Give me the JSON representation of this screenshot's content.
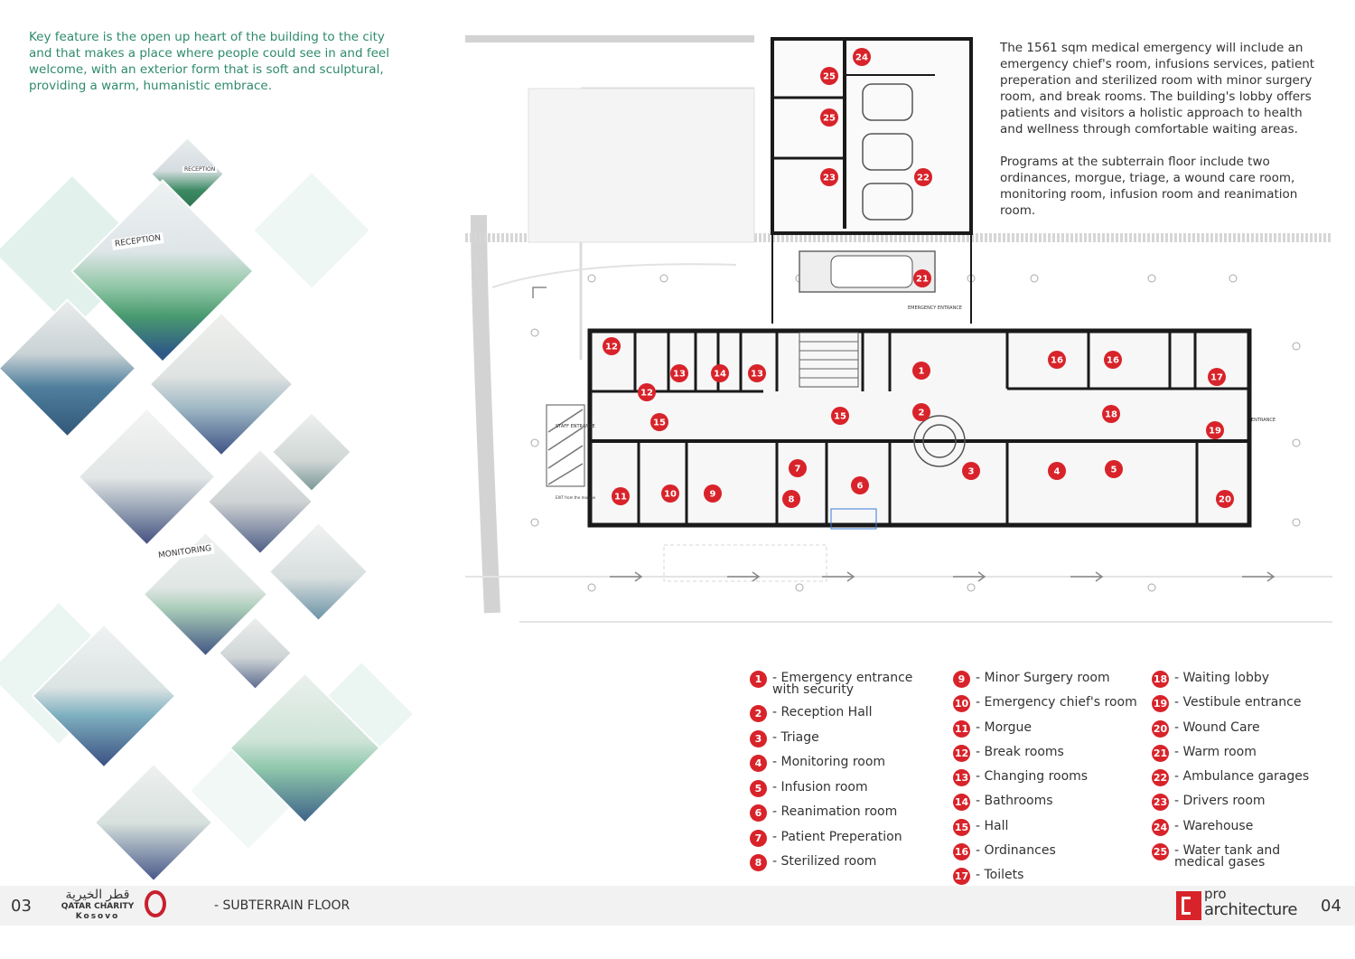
{
  "intro_text": "Key feature is the open up heart of the building to the city and that makes a place where people could see in and feel welcome, with an exterior form that is soft and sculptural, providing a warm, humanistic embrace.",
  "description": {
    "p1": "The 1561  sqm medical emergency will include an emergency chief's room, infusions services, patient preperation and sterilized room with minor surgery room, and break rooms. The building's lobby offers patients and visitors a holistic approach to health and wellness through comfortable waiting areas.",
    "p2": "Programs at the subterrain floor include two ordinances, morgue, triage, a wound care room, monitoring room, infusion room and reanimation room."
  },
  "photo_labels": {
    "reception_small": "RECEPTION",
    "reception": "RECEPTION",
    "monitoring": "MONITORING"
  },
  "plan_labels": {
    "emergency_entrance": "EMERGENCY ENTRANCE",
    "staff_entrance": "STAFF ENTRANCE",
    "entrance": "ENTRANCE",
    "exit_morgue": "EXIT from the morgue"
  },
  "legend": [
    {
      "n": "1",
      "label": "- Emergency entrance\n  with security"
    },
    {
      "n": "2",
      "label": "- Reception Hall"
    },
    {
      "n": "3",
      "label": "- Triage"
    },
    {
      "n": "4",
      "label": "- Monitoring room"
    },
    {
      "n": "5",
      "label": "- Infusion room"
    },
    {
      "n": "6",
      "label": "- Reanimation room"
    },
    {
      "n": "7",
      "label": "- Patient Preperation"
    },
    {
      "n": "8",
      "label": "- Sterilized room"
    },
    {
      "n": "9",
      "label": "- Minor Surgery room"
    },
    {
      "n": "10",
      "label": "- Emergency chief's room"
    },
    {
      "n": "11",
      "label": "- Morgue"
    },
    {
      "n": "12",
      "label": "- Break rooms"
    },
    {
      "n": "13",
      "label": "- Changing rooms"
    },
    {
      "n": "14",
      "label": "- Bathrooms"
    },
    {
      "n": "15",
      "label": "- Hall"
    },
    {
      "n": "16",
      "label": "- Ordinances"
    },
    {
      "n": "17",
      "label": "- Toilets"
    },
    {
      "n": "18",
      "label": "- Waiting lobby"
    },
    {
      "n": "19",
      "label": "- Vestibule entrance"
    },
    {
      "n": "20",
      "label": "- Wound Care"
    },
    {
      "n": "21",
      "label": "- Warm room"
    },
    {
      "n": "22",
      "label": "- Ambulance garages"
    },
    {
      "n": "23",
      "label": "- Drivers room"
    },
    {
      "n": "24",
      "label": "- Warehouse"
    },
    {
      "n": "25",
      "label": "- Water tank and\n  medical  gases"
    }
  ],
  "footer": {
    "page_left": "03",
    "page_right": "04",
    "subtitle": "- SUBTERRAIN FLOOR",
    "org_arabic": "قطر الخيرية",
    "org_name": "QATAR CHARITY",
    "org_region": "Kosovo",
    "brand_pro": "pro",
    "brand_arch": "architecture"
  },
  "colors": {
    "accent_green": "#2e8b6a",
    "marker_red": "#d8232a",
    "wall": "#1a1a1a"
  }
}
